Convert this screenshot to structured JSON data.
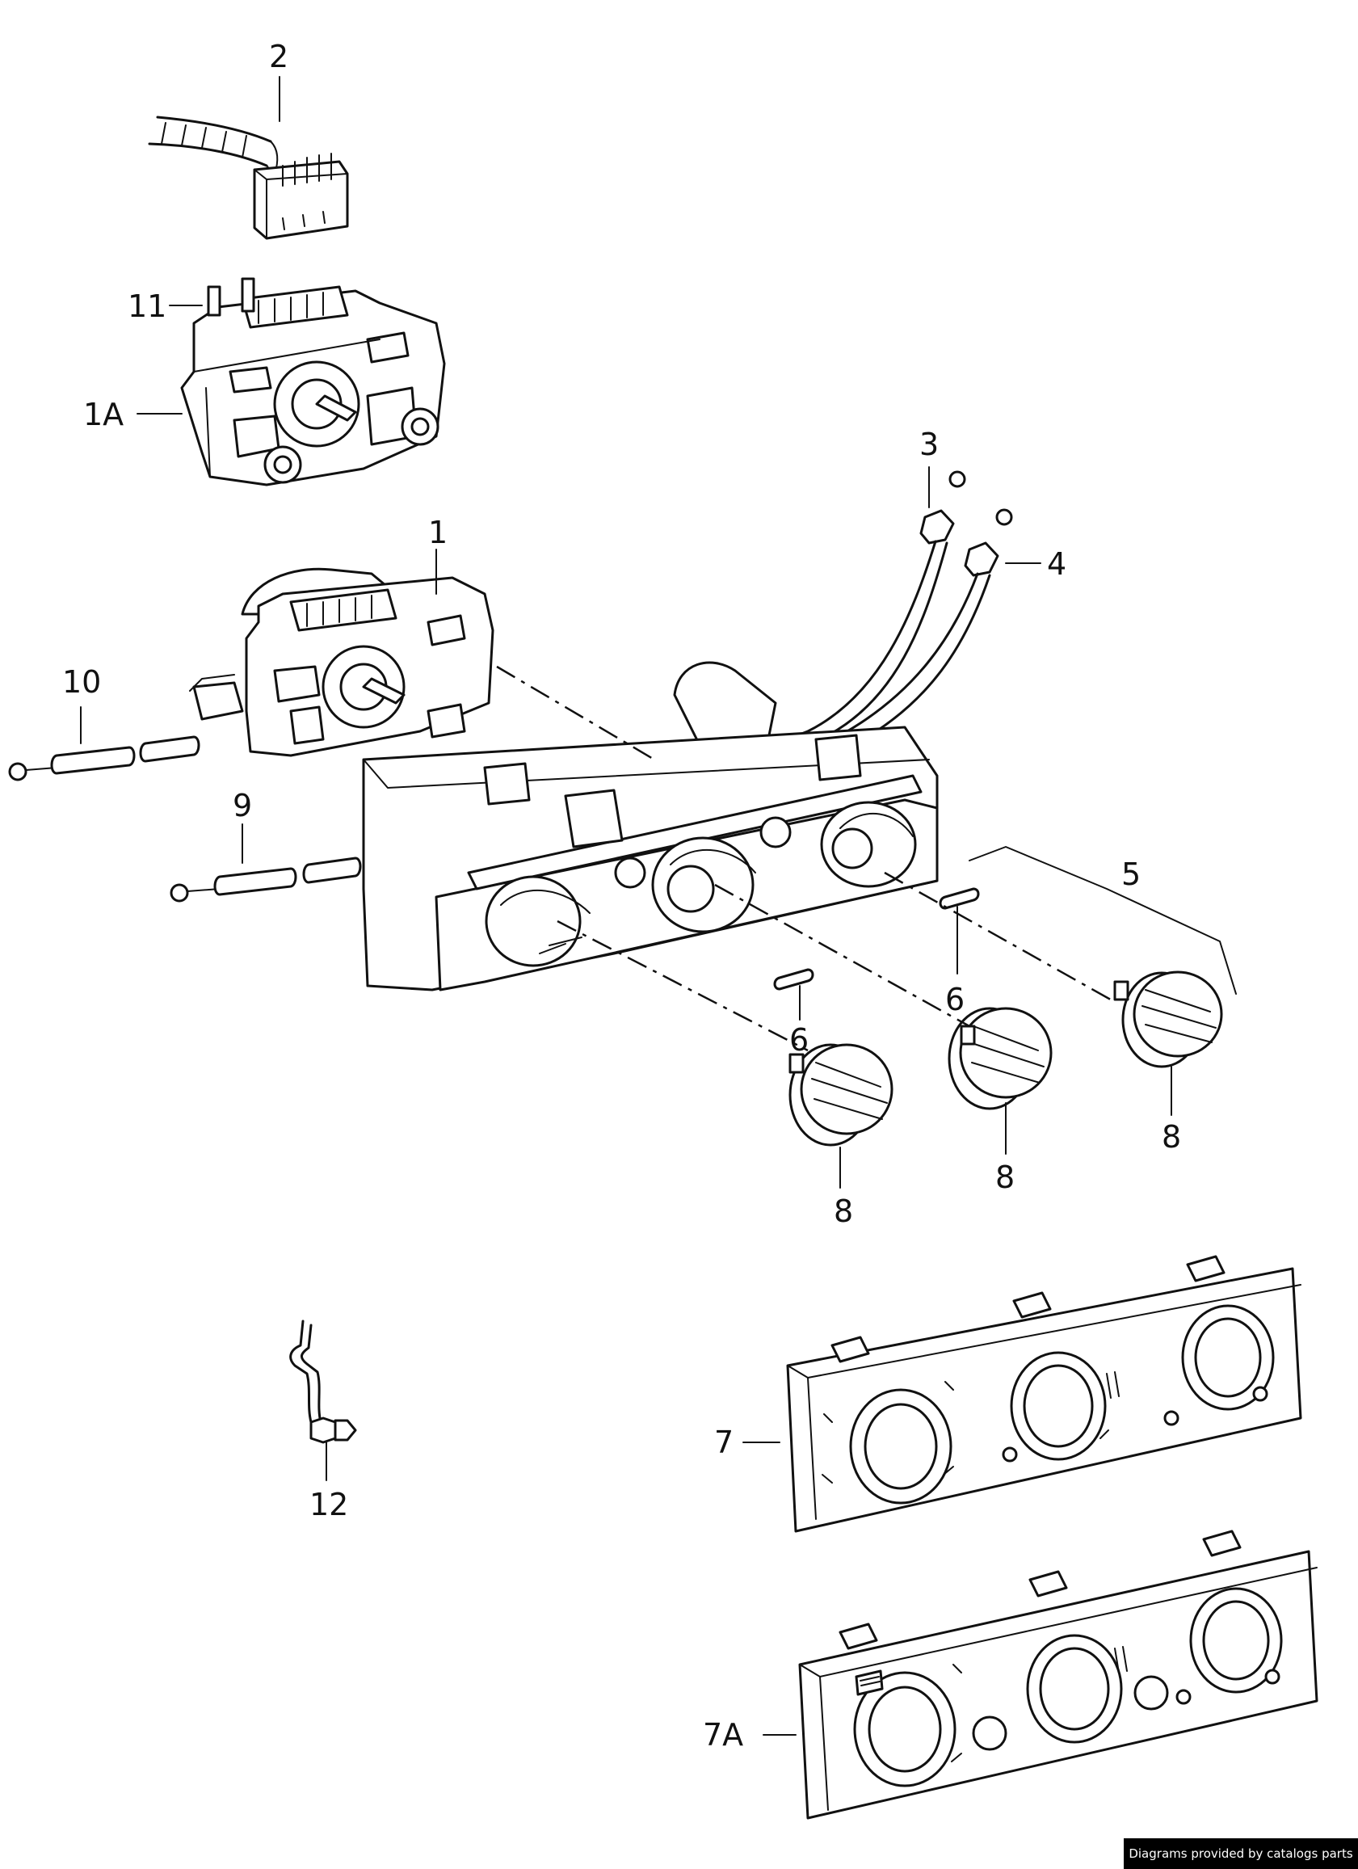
{
  "callouts": {
    "c2": "2",
    "c11": "11",
    "c1a": "1A",
    "c3": "3",
    "c4": "4",
    "c1": "1",
    "c10": "10",
    "c9": "9",
    "c5": "5",
    "c6a": "6",
    "c6b": "6",
    "c8a": "8",
    "c8b": "8",
    "c8c": "8",
    "c12": "12",
    "c7": "7",
    "c7a": "7A"
  },
  "credit": "Diagrams provided by catalogs parts"
}
